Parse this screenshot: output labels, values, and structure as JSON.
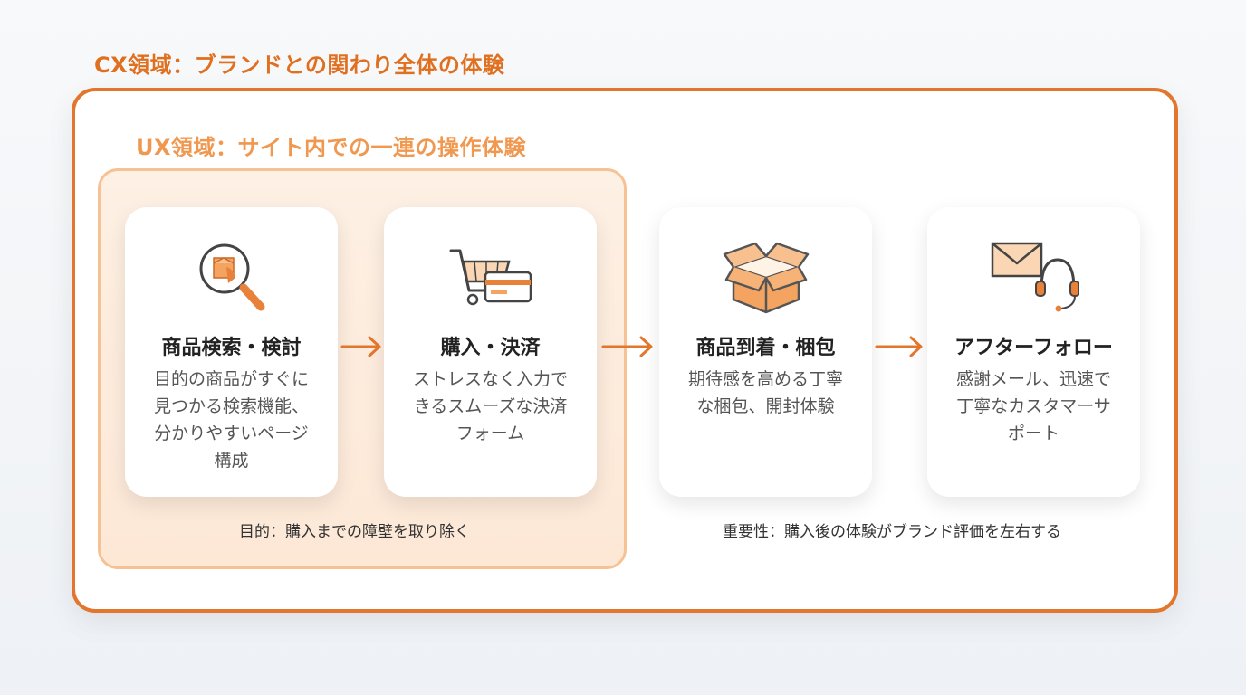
{
  "cx_title": "CX領域：ブランドとの関わり全体の体験",
  "ux_title": "UX領域：サイト内での一連の操作体験",
  "steps": [
    {
      "icon": "magnifier-product-icon",
      "title": "商品検索・検討",
      "desc": [
        "目的の商品がすぐに",
        "見つかる検索機能、",
        "分かりやすいページ",
        "構成"
      ]
    },
    {
      "icon": "cart-card-icon",
      "title": "購入・決済",
      "desc": [
        "ストレスなく入力で",
        "きるスムーズな決済",
        "フォーム"
      ]
    },
    {
      "icon": "open-box-icon",
      "title": "商品到着・梱包",
      "desc": [
        "期待感を高める丁寧",
        "な梱包、開封体験"
      ]
    },
    {
      "icon": "mail-headset-icon",
      "title": "アフターフォロー",
      "desc": [
        "感謝メール、迅速で",
        "丁寧なカスタマーサ",
        "ポート"
      ]
    }
  ],
  "ux_note": "目的：購入までの障壁を取り除く",
  "cx_note": "重要性：購入後の体験がブランド評価を左右する",
  "colors": {
    "accent": "#e2762c",
    "accent_light": "#f0984f",
    "ux_background": "#fdf0e4"
  }
}
